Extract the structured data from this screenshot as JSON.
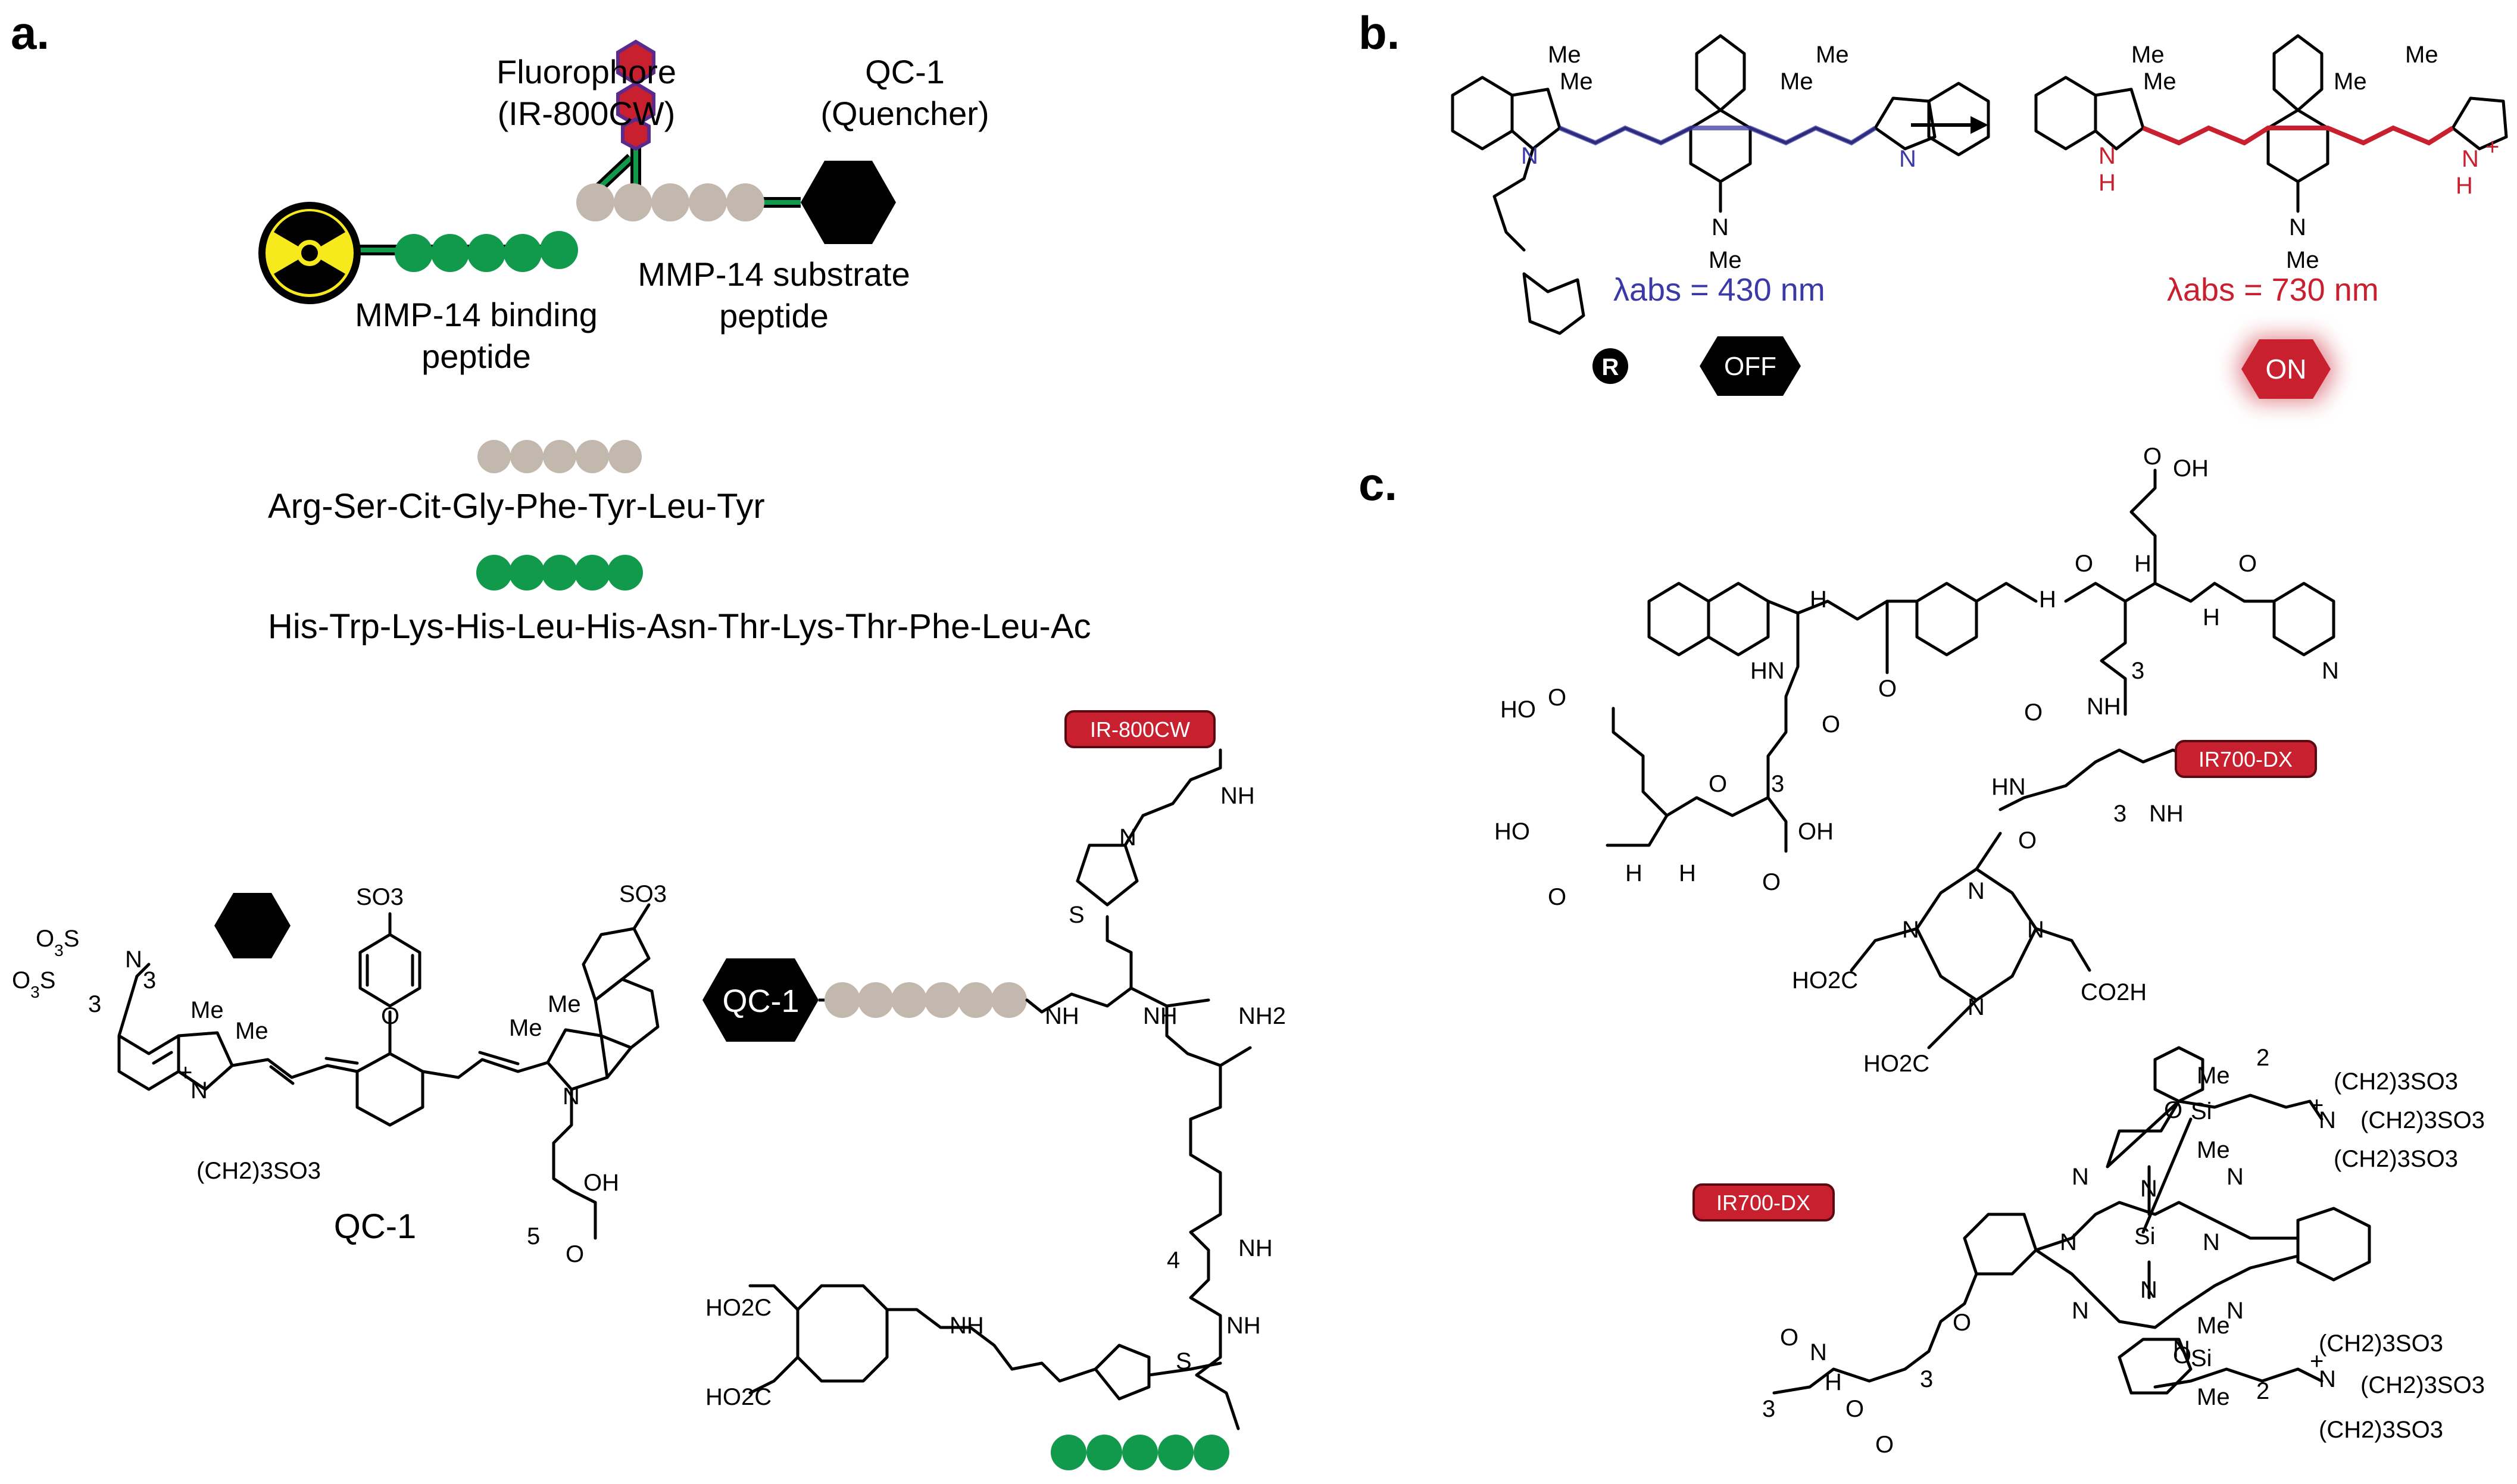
{
  "panels": {
    "a": "a.",
    "b": "b.",
    "c": "c."
  },
  "colors": {
    "green": "#129a4c",
    "bead": "#c3b8ad",
    "red": "#c8202e",
    "blue": "#3b39a5",
    "black": "#000000",
    "radiation_yellow": "#f6ea1c"
  },
  "panel_a": {
    "fluorophore_line1": "Fluorophore",
    "fluorophore_line2": "(IR-800CW)",
    "quencher_line1": "QC-1",
    "quencher_line2": "(Quencher)",
    "binding_line1": "MMP-14 binding",
    "binding_line2": "peptide",
    "substrate_line1": "MMP-14 substrate",
    "substrate_line2": "peptide",
    "substrate_sequence": "Arg-Ser-Cit-Gly-Phe-Tyr-Leu-Tyr",
    "binding_sequence": "His-Trp-Lys-His-Leu-His-Asn-Thr-Lys-Thr-Phe-Leu-Ac",
    "qc1_name": "QC-1",
    "qc1_hex_label": "QC-1",
    "ir800_badge": "IR-800CW",
    "icons": [
      "radiation-icon",
      "fluorophore-icon",
      "quencher-hexagon-icon"
    ],
    "structure_labels": {
      "so3": "SO3",
      "so3_minus": "−",
      "me": "Me",
      "n": "N",
      "n_plus": "+",
      "o": "O",
      "oh": "OH",
      "nh": "NH",
      "nh2": "NH2",
      "s": "S",
      "ho2c": "HO2C",
      "ch2_3_so3": "(CH2)3SO3",
      "sub3": "3",
      "sub4": "4",
      "sub5": "5"
    }
  },
  "panel_b": {
    "lambda_off": "λabs = 430 nm",
    "lambda_on": "λabs = 730 nm",
    "off_label": "OFF",
    "on_label": "ON",
    "r_label": "R",
    "me": "Me",
    "n": "N",
    "nh": "H",
    "n_plus": "+"
  },
  "panel_c": {
    "ir700_badge_top": "IR700-DX",
    "ir700_badge_bottom": "IR700-DX",
    "labels": {
      "oh": "OH",
      "ho": "HO",
      "o": "O",
      "nh": "NH",
      "hn": "HN",
      "h": "H",
      "n": "N",
      "co2h": "CO2H",
      "ho2c": "HO2C",
      "sub3": "3",
      "sub2": "2",
      "si": "Si",
      "me": "Me",
      "ch2_3_so3": "(CH2)3SO3",
      "minus": "−",
      "plus": "+"
    }
  }
}
